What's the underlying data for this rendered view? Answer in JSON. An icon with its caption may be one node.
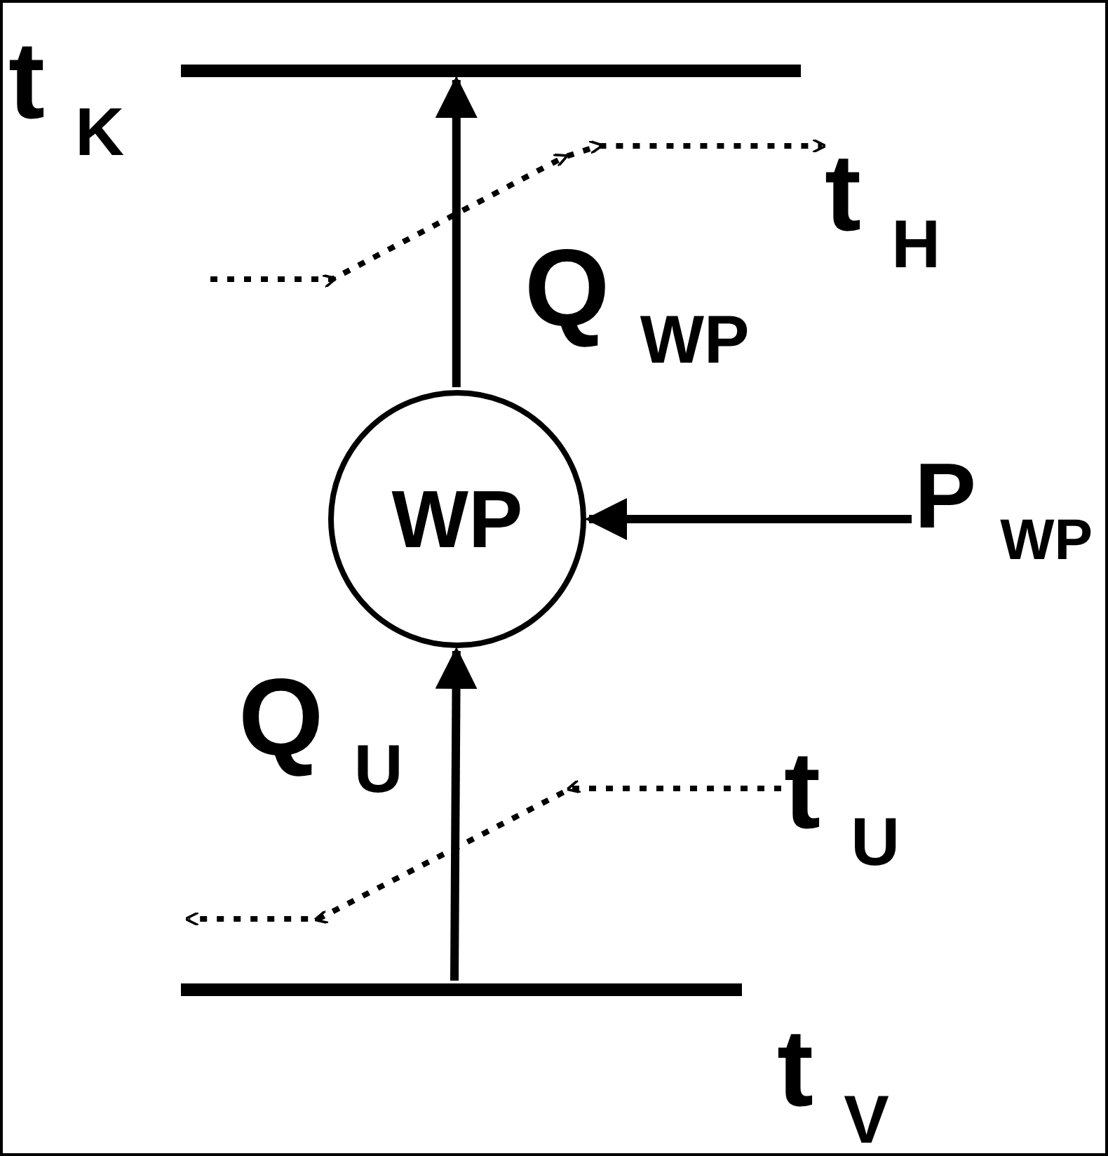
{
  "diagram": {
    "nodes": [
      {
        "text": [],
        "shape": "bar",
        "beside": [
          "t $_{K}$"
        ]
      },
      {
        "text": [
          "WP"
        ]
      },
      {
        "text": [],
        "shape": "bar",
        "beside": [
          "t $_{V}$"
        ]
      },
      {
        "text": [
          "P $_{WP}$"
        ]
      },
      {
        "text": [
          "t $_{U}$"
        ]
      },
      {
        "text": [
          "t $_{H}$"
        ]
      }
    ],
    "edges": [
      {
        "from": 2,
        "to": 1,
        "arrow": "to",
        "label": "Q $_{U}$"
      },
      {
        "from": 1,
        "to": 0,
        "arrow": "to",
        "label": "Q $_{WP}$"
      },
      {
        "from": 3,
        "to": 1,
        "arrow": "to"
      },
      {
        "from": 4,
        "to": null,
        "arrow": "to",
        "style": "dashed"
      },
      {
        "from": null,
        "to": 5,
        "arrow": "to",
        "style": "dashed"
      }
    ]
  }
}
